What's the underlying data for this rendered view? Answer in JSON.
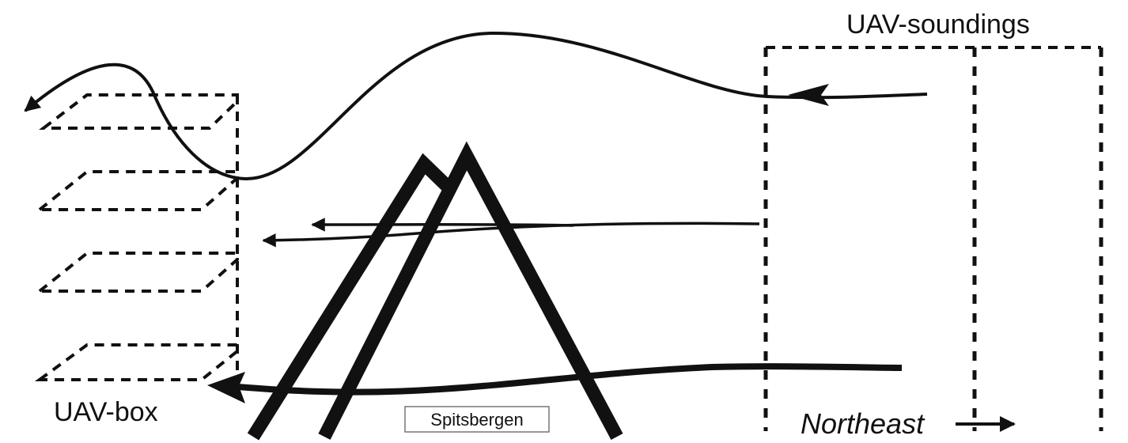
{
  "labels": {
    "uav_soundings": "UAV-soundings",
    "uav_box": "UAV-box",
    "spitsbergen": "Spitsbergen",
    "northeast": "Northeast"
  },
  "colors": {
    "ink": "#111111",
    "background": "#ffffff"
  }
}
